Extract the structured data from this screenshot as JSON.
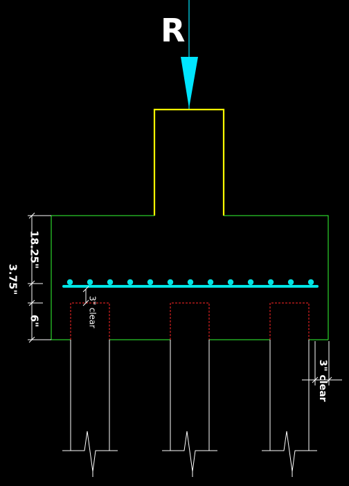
{
  "load": {
    "label": "R",
    "color": "#00e5ff"
  },
  "colors": {
    "background": "#000000",
    "column": "#ffff00",
    "footing": "#33ff33",
    "rebar": "#00e5e5",
    "pile_cap_embed": "#d42020",
    "pile": "#ffffff",
    "dimension": "#ffffff"
  },
  "dimensions": {
    "depth_upper": "18.25\"",
    "depth_total": "3.75\"",
    "depth_lower": "6\"",
    "clear_top": "3\" clear",
    "clear_side": "3\" clear"
  },
  "elements": {
    "rebar_dot_count": 13,
    "pile_count": 3
  }
}
